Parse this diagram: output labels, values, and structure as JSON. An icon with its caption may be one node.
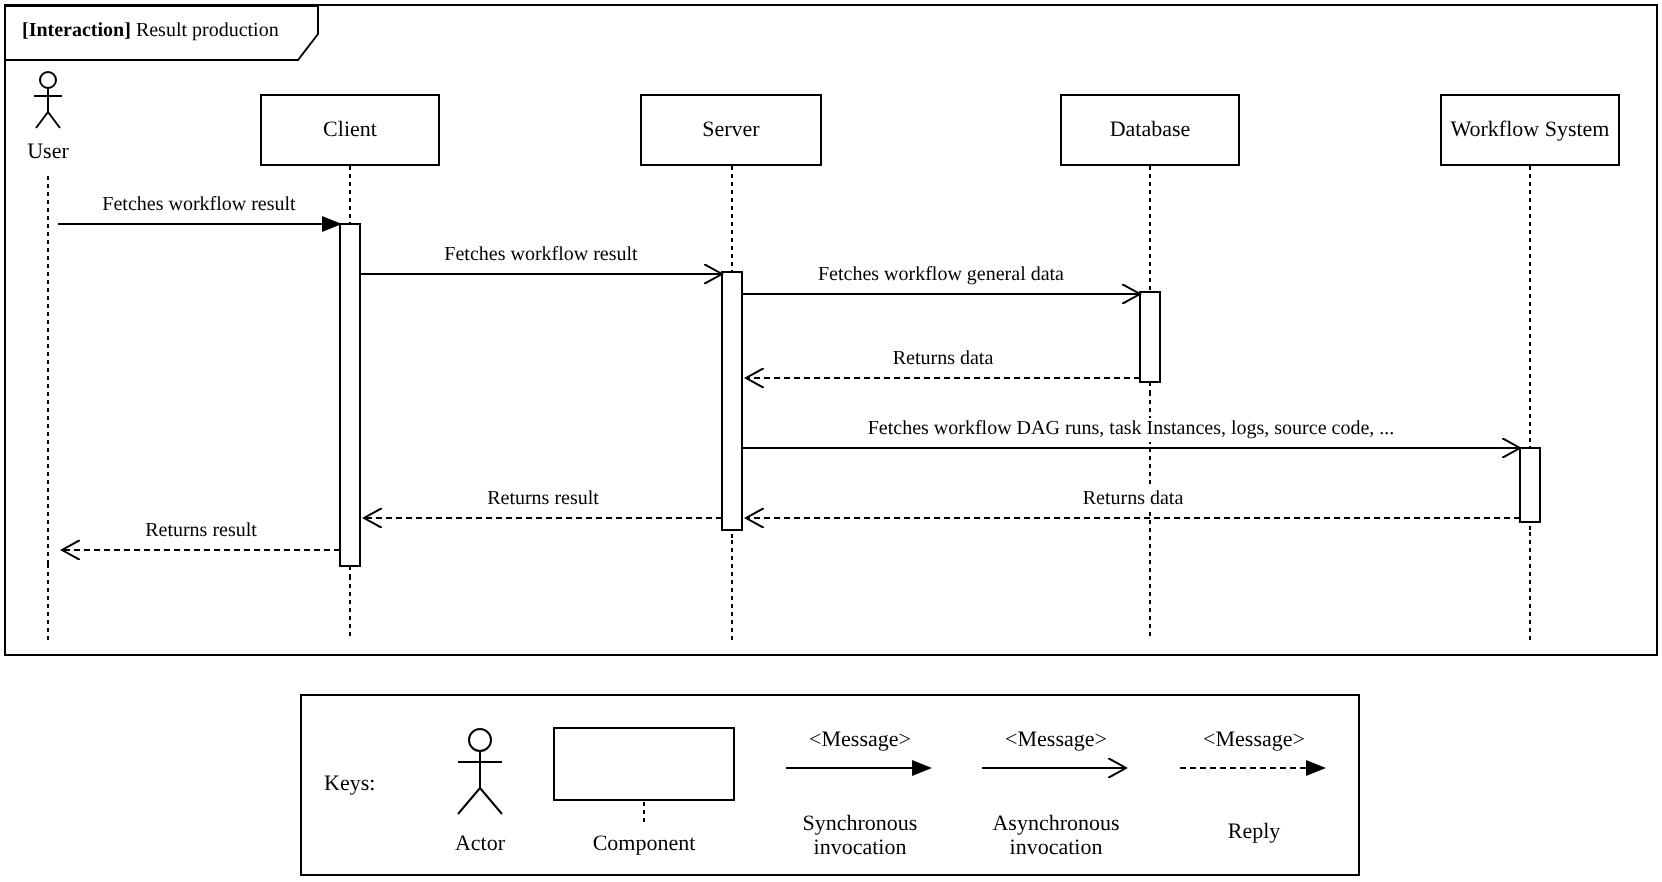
{
  "diagram": {
    "nodes": [
      {
        "text": [
          "**[Interaction]** Result production"
        ]
      },
      {
        "text": [
          "User"
        ],
        "in": 0
      },
      {
        "text": [
          "Client"
        ],
        "in": 0
      },
      {
        "text": [
          "Server"
        ],
        "in": 0
      },
      {
        "text": [
          "Database"
        ],
        "in": 0
      },
      {
        "text": [
          "Workflow System"
        ],
        "in": 0
      }
    ],
    "edges": [
      {
        "from": 1,
        "to": 2,
        "arrow": "to",
        "label": "Fetches workflow result"
      },
      {
        "from": 2,
        "to": 3,
        "arrow": "to",
        "label": "Fetches workflow result"
      },
      {
        "from": 3,
        "to": 4,
        "arrow": "to",
        "label": "Fetches workflow general data"
      },
      {
        "from": 4,
        "to": 3,
        "arrow": "to",
        "label": "Returns data",
        "style": "dashed"
      },
      {
        "from": 3,
        "to": 5,
        "arrow": "to",
        "label": "Fetches workflow DAG runs, task Instances, logs, source code, ..."
      },
      {
        "from": 5,
        "to": 3,
        "arrow": "to",
        "label": "Returns data",
        "style": "dashed"
      },
      {
        "from": 3,
        "to": 2,
        "arrow": "to",
        "label": "Returns result",
        "style": "dashed"
      },
      {
        "from": 2,
        "to": 1,
        "arrow": "to",
        "label": "Returns result",
        "style": "dashed"
      }
    ],
    "labels": [
      "Keys:",
      "<Message>",
      "<Message>",
      "<Message>"
    ],
    "legend": [
      {
        "text": "Actor"
      },
      {
        "text": "Component"
      },
      {
        "text": "Synchronous invocation"
      },
      {
        "text": "Asynchronous invocation"
      },
      {
        "text": "Reply"
      }
    ]
  }
}
